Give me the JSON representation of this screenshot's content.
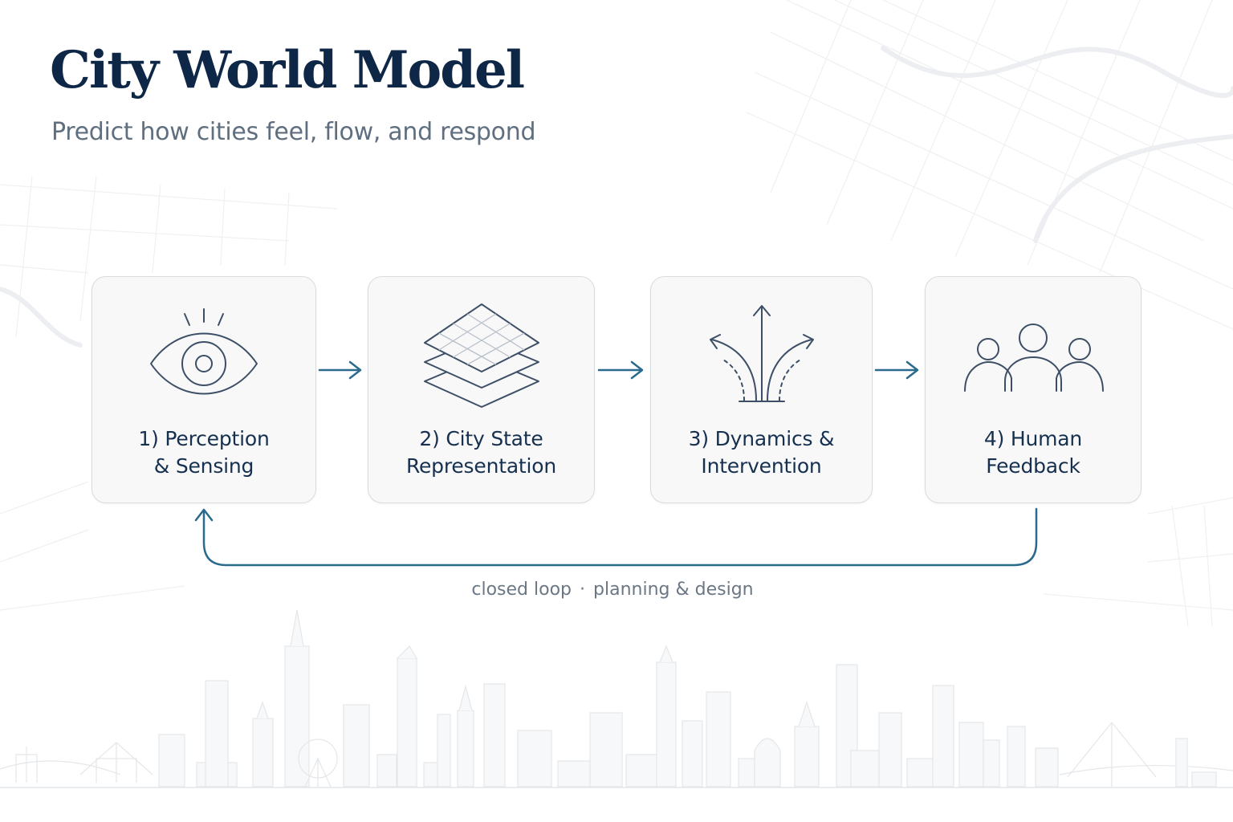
{
  "header": {
    "title": "City World Model",
    "subtitle": "Predict how cities feel, flow, and respond"
  },
  "steps": [
    {
      "line1": "1) Perception",
      "line2": "& Sensing",
      "icon": "eye-icon"
    },
    {
      "line1": "2) City State",
      "line2": "Representation",
      "icon": "layers-icon"
    },
    {
      "line1": "3) Dynamics &",
      "line2": "Intervention",
      "icon": "branching-arrows-icon"
    },
    {
      "line1": "4) Human",
      "line2": "Feedback",
      "icon": "people-icon"
    }
  ],
  "loop": {
    "part1": "closed loop",
    "separator": "·",
    "part2": "planning & design"
  },
  "colors": {
    "title": "#0f2747",
    "icon_stroke": "#3d4f66",
    "arrow": "#2a6a8c",
    "card_bg": "#f8f8f9",
    "card_border": "#d9dcdf"
  }
}
